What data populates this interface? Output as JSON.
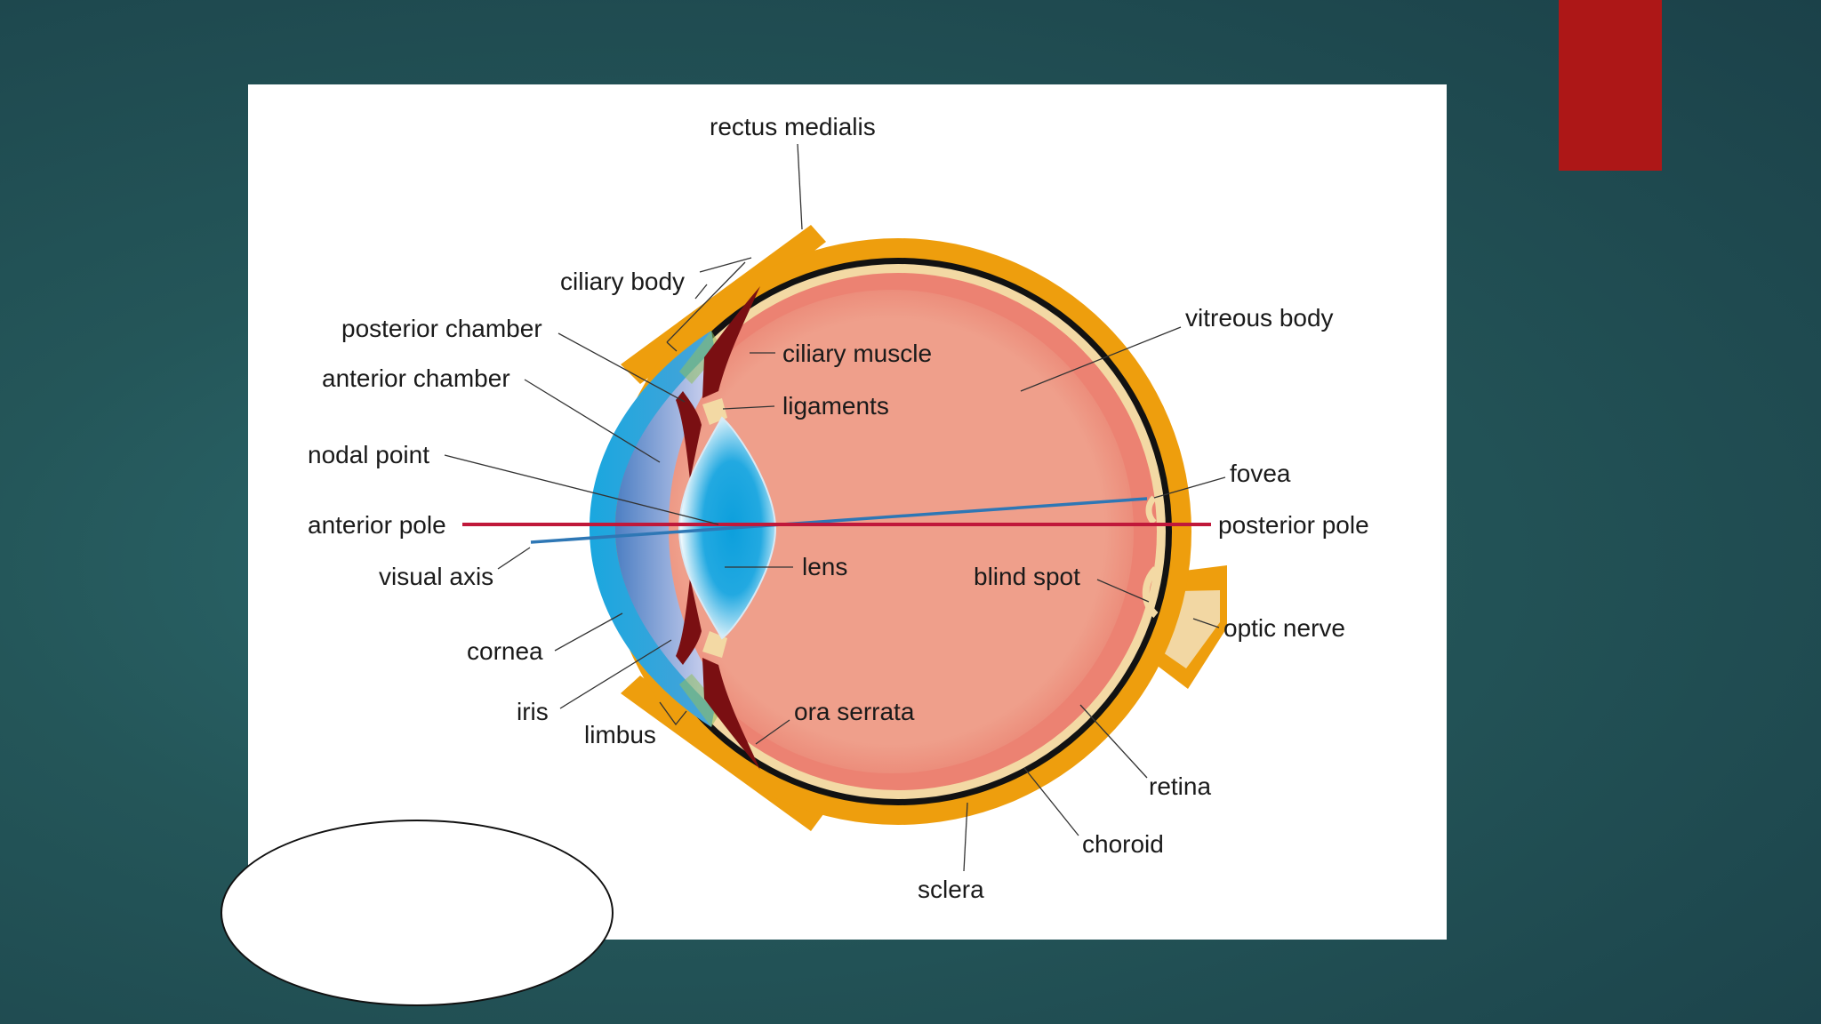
{
  "colors": {
    "background": "#245659",
    "accent_bar": "#ad1717",
    "sclera": "#ee9e0d",
    "vitreous": "#ee9d8a",
    "retina": "#ec8070",
    "cornea": "#1aa7df",
    "lens": "#13a3dd",
    "ciliary_muscle": "#7a0f12",
    "anterior_pole_axis": "#c0183a",
    "visual_axis": "#2e77b5"
  },
  "labels": {
    "rectus_medialis": "rectus medialis",
    "ciliary_body": "ciliary body",
    "posterior_chamber": "posterior chamber",
    "anterior_chamber": "anterior chamber",
    "nodal_point": "nodal point",
    "anterior_pole": "anterior pole",
    "visual_axis": "visual axis",
    "cornea": "cornea",
    "iris": "iris",
    "limbus": "limbus",
    "ciliary_muscle": "ciliary muscle",
    "ligaments": "ligaments",
    "lens": "lens",
    "ora_serrata": "ora serrata",
    "vitreous_body": "vitreous body",
    "fovea": "fovea",
    "posterior_pole": "posterior pole",
    "blind_spot": "blind spot",
    "optic_nerve": "optic nerve",
    "retina": "retina",
    "choroid": "choroid",
    "sclera": "sclera"
  }
}
